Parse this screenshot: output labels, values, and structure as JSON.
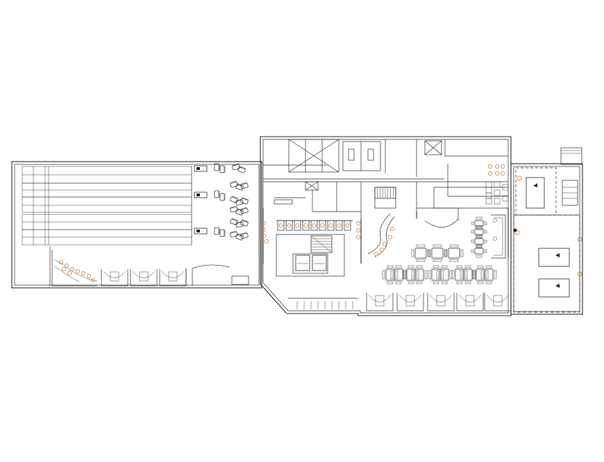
{
  "drawing": {
    "colors": {
      "line": "#222222",
      "background": "#ffffff",
      "plant": "#c8894a"
    },
    "symbols": [
      "bowling-lanes",
      "chairs",
      "booths",
      "elevators",
      "staircases",
      "dining-tables",
      "billiard-tables",
      "planters",
      "doors"
    ]
  }
}
